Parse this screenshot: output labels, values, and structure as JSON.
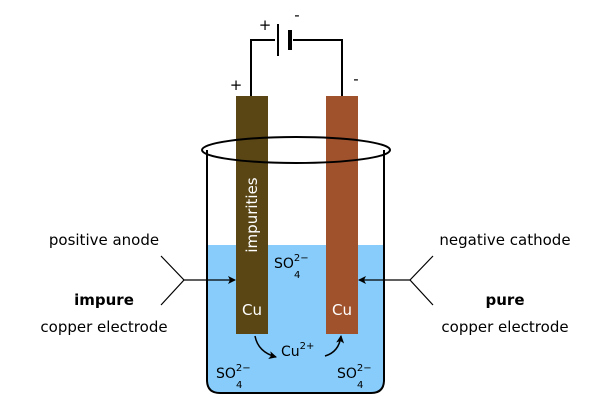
{
  "battery": {
    "plus": "+",
    "minus": "-"
  },
  "anode": {
    "sign": "+",
    "impurities_label": "impurities",
    "symbol": "Cu"
  },
  "cathode": {
    "sign": "-",
    "symbol": "Cu"
  },
  "ions": {
    "sulfate": {
      "base": "SO",
      "sub": "4",
      "sup": "2−"
    },
    "copper": {
      "base": "Cu",
      "sup": "2+"
    }
  },
  "left_labels": {
    "role": "positive anode",
    "type": "impure",
    "desc": "copper electrode"
  },
  "right_labels": {
    "role": "negative cathode",
    "type": "pure",
    "desc": "copper electrode"
  },
  "colors": {
    "solution": "#87CCFA",
    "anode": "#5A4614",
    "cathode": "#A0522D",
    "impure_text": "#5A4614",
    "pure_text": "#A0522D"
  }
}
